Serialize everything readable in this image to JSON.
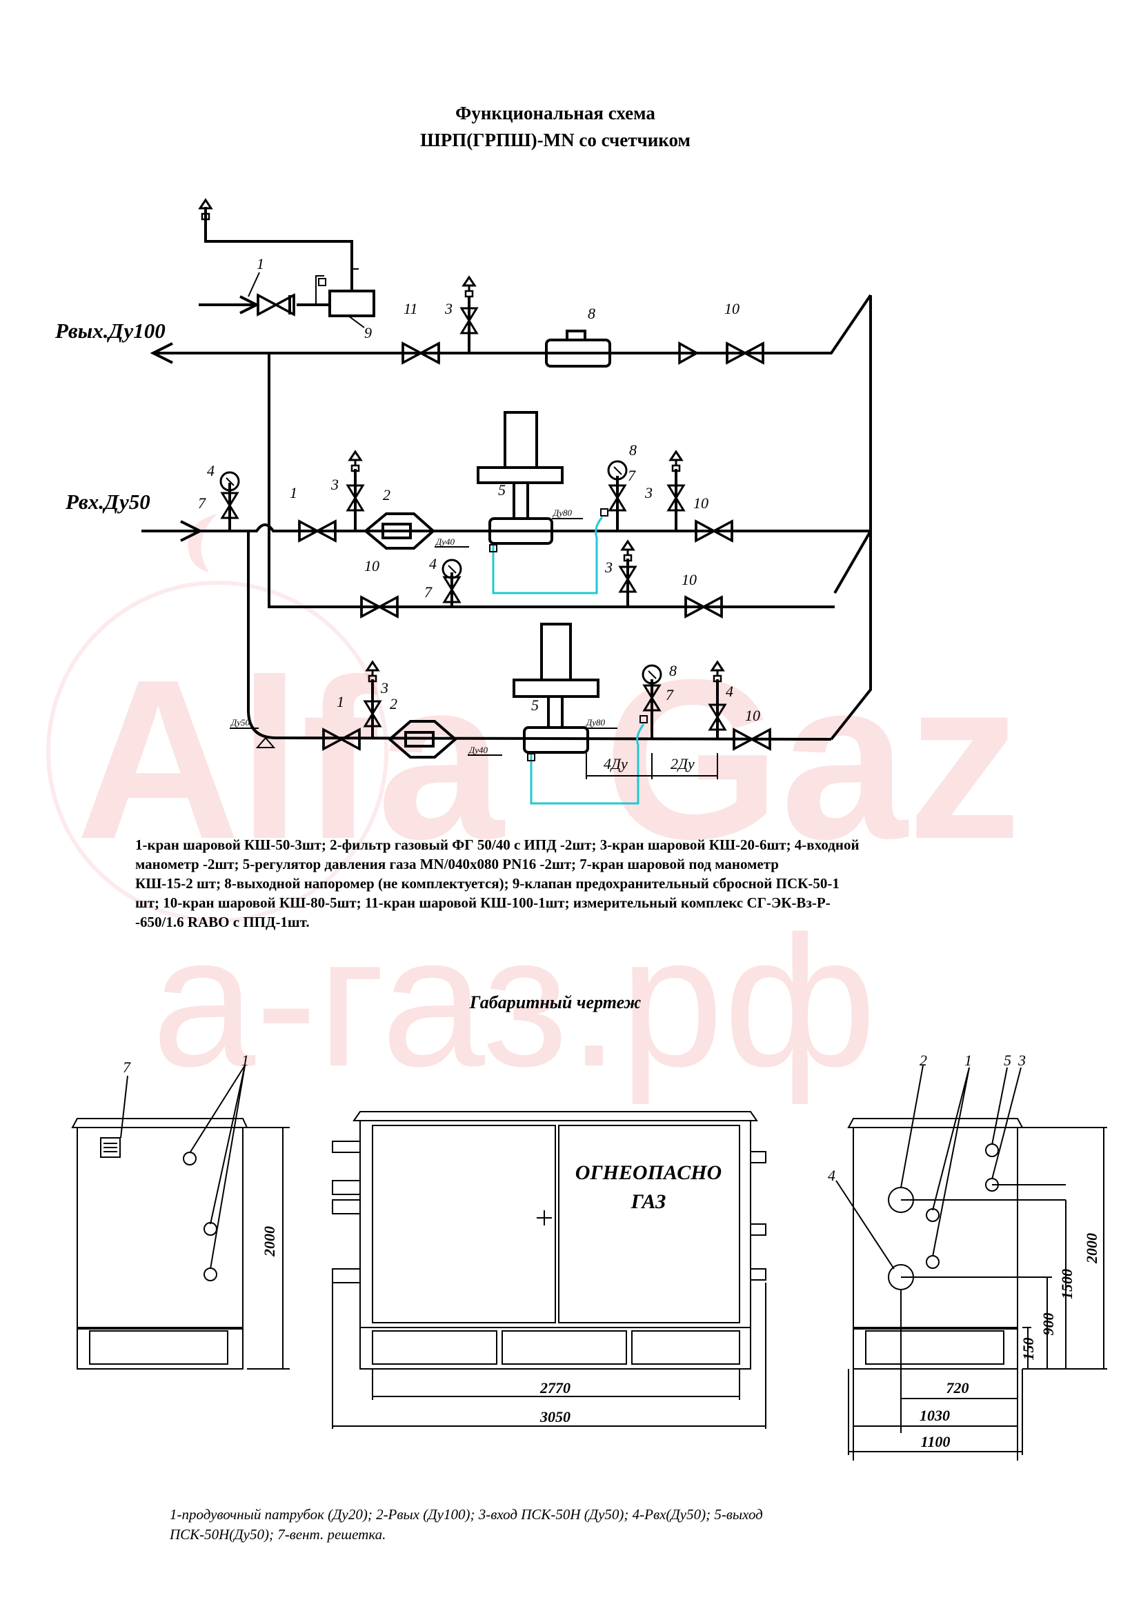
{
  "watermark": {
    "brand": "AlfaGaz",
    "brand_parts": [
      "A",
      "lfa",
      "Gaz"
    ],
    "site": "а-газ.рф",
    "color": "#e31e2a"
  },
  "functional_scheme": {
    "title_line1": "Функциональная схема",
    "title_line2": "ШРП(ГРПШ)-MN со счетчиком",
    "outlet_label": "Рвых.Ду100",
    "inlet_label": "Рвх.Ду50",
    "pipe_labels": {
      "dy40": "Ду40",
      "dy80": "Ду80",
      "dy50": "Ду50"
    },
    "dimension_labels": {
      "four_dn": "4Ду",
      "two_dn": "2Ду"
    },
    "position_numbers": {
      "n1": "1",
      "n2": "2",
      "n3": "3",
      "n4": "4",
      "n5": "5",
      "n7": "7",
      "n8": "8",
      "n9": "9",
      "n10": "10",
      "n11": "11"
    },
    "legend_lines": [
      "1-кран шаровой КШ-50-3шт; 2-фильтр газовый ФГ 50/40 с ИПД -2шт; 3-кран шаровой КШ-20-6шт; 4-входной",
      "манометр -2шт; 5-регулятор давления газа MN/040х080 PN16 -2шт;  7-кран шаровой под манометр",
      "КШ-15-2 шт; 8-выходной напоромер (не комплектуется);  9-клапан предохранительный сбросной ПСК-50-1",
      "шт; 10-кран шаровой КШ-80-5шт; 11-кран шаровой КШ-100-1шт; измерительный комплекс СГ-ЭК-Вз-Р-",
      "-650/1.6 RABO  с ППД-1шт."
    ]
  },
  "dimension_drawing": {
    "title": "Габаритный чертеж",
    "sign_line1": "ОГНЕОПАСНО",
    "sign_line2": "ГАЗ",
    "dimensions": {
      "height_left": "2000",
      "width_inner": "2770",
      "width_outer": "3050",
      "height_right": "2000",
      "h1500": "1500",
      "h900": "900",
      "h150": "150",
      "w720": "720",
      "w1030": "1030",
      "w1100": "1100"
    },
    "callouts": {
      "left_7": "7",
      "left_1": "1",
      "right_2": "2",
      "right_1": "1",
      "right_5": "5",
      "right_3": "3",
      "right_4": "4"
    },
    "legend_lines": [
      "1-продувочный патрубок (Ду20); 2-Рвых (Ду100); 3-вход ПСК-50Н (Ду50); 4-Рвх(Ду50); 5-выход",
      "ПСК-50Н(Ду50); 7-вент. решетка."
    ]
  }
}
